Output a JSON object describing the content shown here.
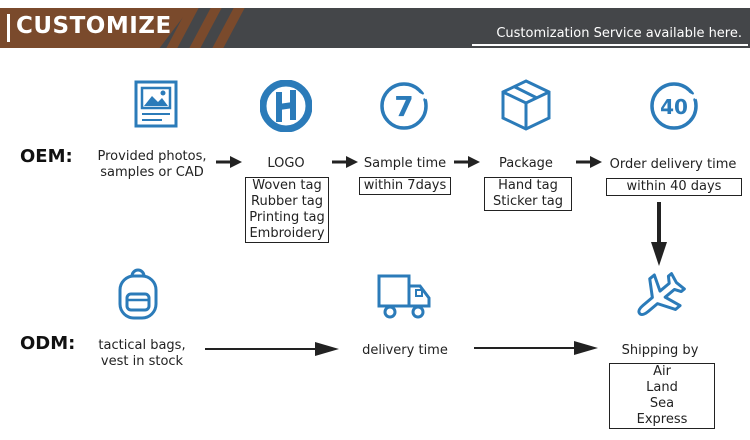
{
  "header": {
    "title": "CUSTOMIZE",
    "subtitle": "Customization Service available here."
  },
  "oem": {
    "label": "OEM",
    "colon": ":",
    "steps": [
      {
        "icon": "photo-icon",
        "lines": [
          "Provided photos,",
          "samples or CAD"
        ]
      },
      {
        "icon": "logo-icon",
        "title": "LOGO",
        "box": [
          "Woven tag",
          "Rubber tag",
          "Printing tag",
          "Embroidery"
        ]
      },
      {
        "icon": "seven-icon",
        "title": "Sample time",
        "box": [
          "within 7days"
        ]
      },
      {
        "icon": "package-icon",
        "title": "Package",
        "box": [
          "Hand tag",
          "Sticker tag"
        ]
      },
      {
        "icon": "forty-icon",
        "title": "Order delivery time",
        "box": [
          "within 40 days"
        ]
      }
    ],
    "icon_texts": {
      "seven": "7",
      "forty": "40"
    }
  },
  "odm": {
    "label": "ODM",
    "colon": ":",
    "source": [
      "tactical bags,",
      "vest in stock"
    ],
    "middle": "delivery time",
    "shipping_title": "Shipping by",
    "shipping_box": [
      "Air",
      "Land",
      "Sea",
      "Express"
    ]
  },
  "colors": {
    "icon_blue": "#2b7bb9",
    "brand_brown": "#7a4a2c",
    "header_gray": "#444649"
  }
}
